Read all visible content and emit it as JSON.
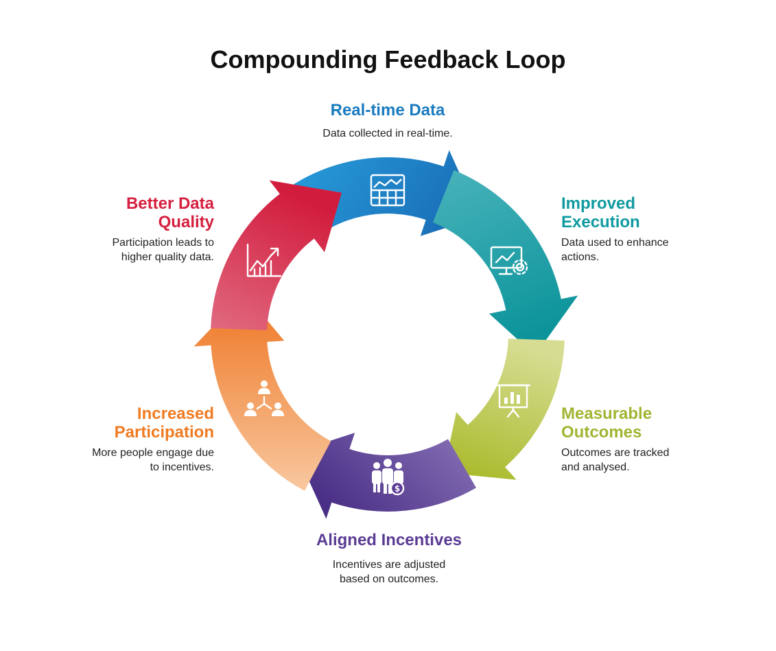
{
  "title": "Compounding Feedback Loop",
  "stages": [
    {
      "title": "Real-time Data",
      "description": "Data collected in real-time.",
      "color": "#1a7bbf",
      "icon": "spreadsheet-chart-icon"
    },
    {
      "title": "Improved Execution",
      "title_lines": [
        "Improved",
        "Execution"
      ],
      "description": "Data used to enhance actions.",
      "description_lines": [
        "Data used to enhance",
        "actions."
      ],
      "color": "#0f9aa0",
      "icon": "monitor-gear-icon"
    },
    {
      "title": "Measurable Outcomes",
      "title_lines": [
        "Measurable",
        "Outcomes"
      ],
      "description": "Outcomes are tracked and analysed.",
      "description_lines": [
        "Outcomes are tracked",
        "and analysed."
      ],
      "color": "#a3b432",
      "icon": "presentation-board-icon"
    },
    {
      "title": "Aligned Incentives",
      "description": "Incentives are adjusted based on outcomes.",
      "description_lines": [
        "Incentives are adjusted",
        "based on outcomes."
      ],
      "color": "#5b3c94",
      "icon": "people-money-icon"
    },
    {
      "title": "Increased Participation",
      "title_lines": [
        "Increased",
        "Participation"
      ],
      "description": "More people engage due to incentives.",
      "description_lines": [
        "More people engage due",
        "to incentives."
      ],
      "color": "#ef7b22",
      "icon": "people-network-icon"
    },
    {
      "title": "Better Data Quality",
      "title_lines": [
        "Better Data",
        "Quality"
      ],
      "description": "Participation leads to higher quality data.",
      "description_lines": [
        "Participation leads to",
        "higher quality data."
      ],
      "color": "#d5203f",
      "icon": "growth-chart-icon"
    }
  ],
  "arrow_colors": {
    "realtime": [
      "#29a3df",
      "#1a6fb8"
    ],
    "execution": [
      "#49b3bb",
      "#0d949b"
    ],
    "outcomes": [
      "#d6dd92",
      "#a9ba2a"
    ],
    "incentives": [
      "#8a74b8",
      "#4a2f86"
    ],
    "participation": [
      "#f8c8a0",
      "#ee7521"
    ],
    "quality": [
      "#e06a80",
      "#d21c3d"
    ]
  }
}
